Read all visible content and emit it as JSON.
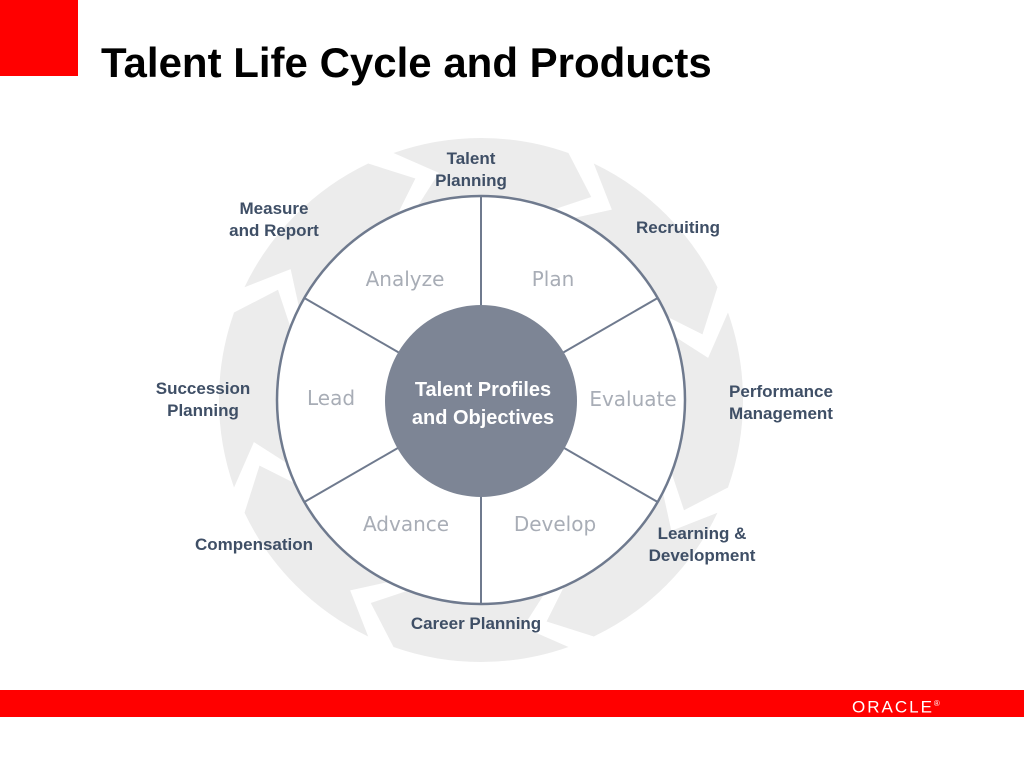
{
  "title": "Talent Life Cycle and Products",
  "colors": {
    "brand_red": "#ff0000",
    "hub_fill": "#7d8595",
    "ring_stroke": "#6f7a8e",
    "segment_text": "#a8adb6",
    "outer_text": "#3f4f66",
    "arrow_fill": "#ececec"
  },
  "diagram": {
    "center": [
      "Talent Profiles",
      "and Objectives"
    ],
    "segments": [
      "Plan",
      "Evaluate",
      "Develop",
      "Advance",
      "Lead",
      "Analyze"
    ],
    "products": {
      "talent_planning": "Talent\nPlanning",
      "recruiting": "Recruiting",
      "performance_management": "Performance\nManagement",
      "learning_development": "Learning &\nDevelopment",
      "career_planning": "Career Planning",
      "compensation": "Compensation",
      "succession_planning": "Succession\nPlanning",
      "measure_report": "Measure\nand Report"
    }
  },
  "footer": {
    "logo": "ORACLE",
    "logo_mark": "®"
  }
}
